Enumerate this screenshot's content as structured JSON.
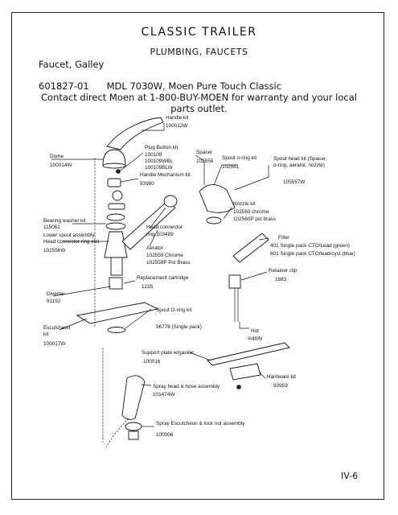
{
  "header": {
    "title": "CLASSIC TRAILER",
    "subtitle": "PLUMBING, FAUCETS",
    "category": "Faucet, Galley"
  },
  "part": {
    "line": "601827-01      MDL 7030W, Moen Pure Touch Classic",
    "contact": "Contact direct Moen at 1-800-BUY-MOEN for warranty and your local parts outlet."
  },
  "diagram": {
    "labels": {
      "handle_kit": "Handle kit",
      "handle_kit_no": "100012W",
      "dome": "Dome",
      "dome_no": "100014W",
      "plug_button": "Plug Button kit",
      "plug_button_no1": "100109",
      "plug_button_no2": "100109WBL",
      "plug_button_no3": "100109BLW",
      "handle_mech": "Handle Mechanism kit",
      "handle_mech_no": "93980",
      "spacer": "Spacer",
      "spacer_no": "102558",
      "spout_oring": "Spout o-ring kit",
      "spout_oring_no": "102561",
      "spout_head": "Spout head kit (Spacer,",
      "spout_head_2": "o-ring, aerator, nozzle)",
      "spout_head_no": "105557W",
      "nozzle": "Nozzle kit",
      "nozzle_no1": "102560 chrome",
      "nozzle_no2": "102560P pol brass",
      "bearing_washer": "Bearing washer kit",
      "bearing_washer_no": "115061",
      "lower_spout": "Lower spout assembly",
      "head_connector_ring": "Head connector ring incl.",
      "lower_spout_no": "102556W",
      "head_connector": "Head connector",
      "head_connector_2": "ring 103489",
      "filter": "Filter",
      "filter_1": "401 Single pack CTO/Lead (green)",
      "filter_2": "601 Single pack CTO/lead/cyst (blue)",
      "aerator": "Aerator",
      "aerator_no1": "102559 Chrome",
      "aerator_no2": "102559P Pol Brass",
      "retainer_clip": "Retainer clip",
      "retainer_clip_no": "1883",
      "replacement_cartridge": "Replacement cartridge",
      "replacement_cartridge_no": "1225",
      "diverter": "Diverter",
      "diverter_no": "91192",
      "spout_oring2": "Spout O-ring kit",
      "spout_oring2_no": "96778 (Single pack)",
      "escutcheon": "Escutcheon",
      "escutcheon_2": "kit",
      "escutcheon_no": "100017W",
      "hot_supply": "Hot",
      "hot_supply_2": "supply",
      "support_plate": "Support plate w/gasket",
      "support_plate_no": "100016",
      "hardware": "Hardware kit",
      "hardware_no": "93959",
      "spray_head": "Spray head & hose assembly",
      "spray_head_no": "101474W",
      "spray_esc": "Spray Escutcheon & lock nut assembly",
      "spray_esc_no": "100008"
    }
  },
  "footer": {
    "page": "IV-6"
  }
}
